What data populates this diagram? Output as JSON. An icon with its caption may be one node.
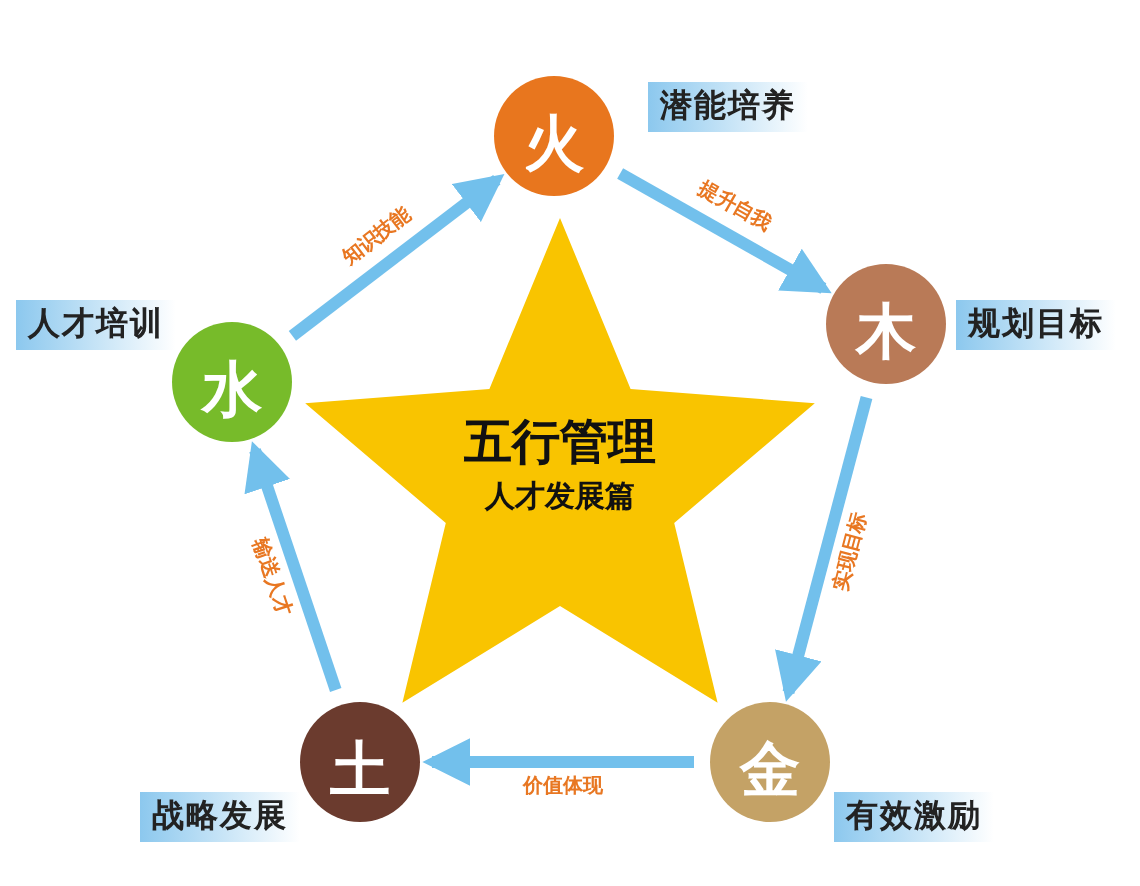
{
  "diagram": {
    "nodes": [
      {
        "text": [
          "五行管理",
          "人才发展篇"
        ]
      },
      {
        "text": [
          "火"
        ],
        "beside": [
          "潜能培养"
        ]
      },
      {
        "text": [
          "木"
        ],
        "beside": [
          "规划目标"
        ]
      },
      {
        "text": [
          "金"
        ],
        "beside": [
          "有效激励"
        ]
      },
      {
        "text": [
          "土"
        ],
        "beside": [
          "战略发展"
        ]
      },
      {
        "text": [
          "水"
        ],
        "beside": [
          "人才培训"
        ]
      }
    ],
    "edges": [
      {
        "from": 5,
        "to": 1,
        "arrow": "to",
        "label": "知识技能"
      },
      {
        "from": 1,
        "to": 2,
        "arrow": "to",
        "label": "提升自我"
      },
      {
        "from": 2,
        "to": 3,
        "arrow": "to",
        "label": "实现目标"
      },
      {
        "from": 3,
        "to": 4,
        "arrow": "to",
        "label": "价值体现"
      },
      {
        "from": 4,
        "to": 5,
        "arrow": "to",
        "label": "输送人才"
      }
    ]
  }
}
